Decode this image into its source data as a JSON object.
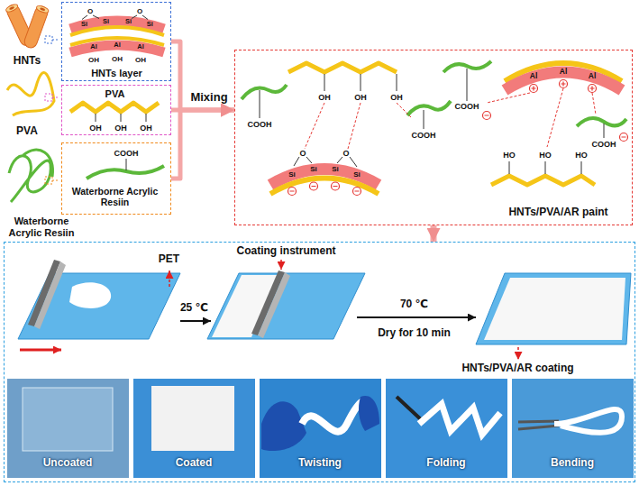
{
  "diagram": {
    "nodes": [
      {
        "text": [
          "HNTs layer"
        ]
      },
      {
        "text": [
          "PVA"
        ]
      },
      {
        "text": [
          "Waterborne Acrylic Resiin"
        ]
      },
      {
        "text": [
          "HNTs/PVA/AR paint"
        ]
      },
      {
        "text": [
          "PET",
          "Coating instrument",
          "25 ℃",
          "70 ℃",
          "Dry for 10 min",
          "HNTs/PVA/AR coating"
        ]
      },
      {
        "text": [
          "Uncoated"
        ],
        "in": 4
      },
      {
        "text": [
          "Coated"
        ],
        "in": 4
      },
      {
        "text": [
          "Twisting"
        ],
        "in": 4
      },
      {
        "text": [
          "Folding"
        ],
        "in": 4
      },
      {
        "text": [
          "Bending"
        ],
        "in": 4
      }
    ],
    "edges": [
      {
        "from": 0,
        "to": 3,
        "arrow": "to"
      },
      {
        "from": 1,
        "to": 3,
        "label": "Mixing",
        "arrow": "to"
      },
      {
        "from": 2,
        "to": 3,
        "arrow": "to"
      },
      {
        "from": 3,
        "to": 4,
        "arrow": "to"
      }
    ],
    "labels": [
      "HNTs",
      "PVA",
      "Waterborne Acrylic Resiin",
      "O",
      "O",
      "Si",
      "Si",
      "Si",
      "Si",
      "Al",
      "Al",
      "Al",
      "OH",
      "OH",
      "OH",
      "OH",
      "OH",
      "OH",
      "COOH",
      "COOH",
      "OH",
      "OH",
      "OH",
      "COOH",
      "O",
      "O",
      "Si",
      "Si",
      "Si",
      "Si",
      "COOH",
      "Al",
      "Al",
      "Al",
      "HO",
      "HO",
      "HO",
      "COOH"
    ]
  }
}
